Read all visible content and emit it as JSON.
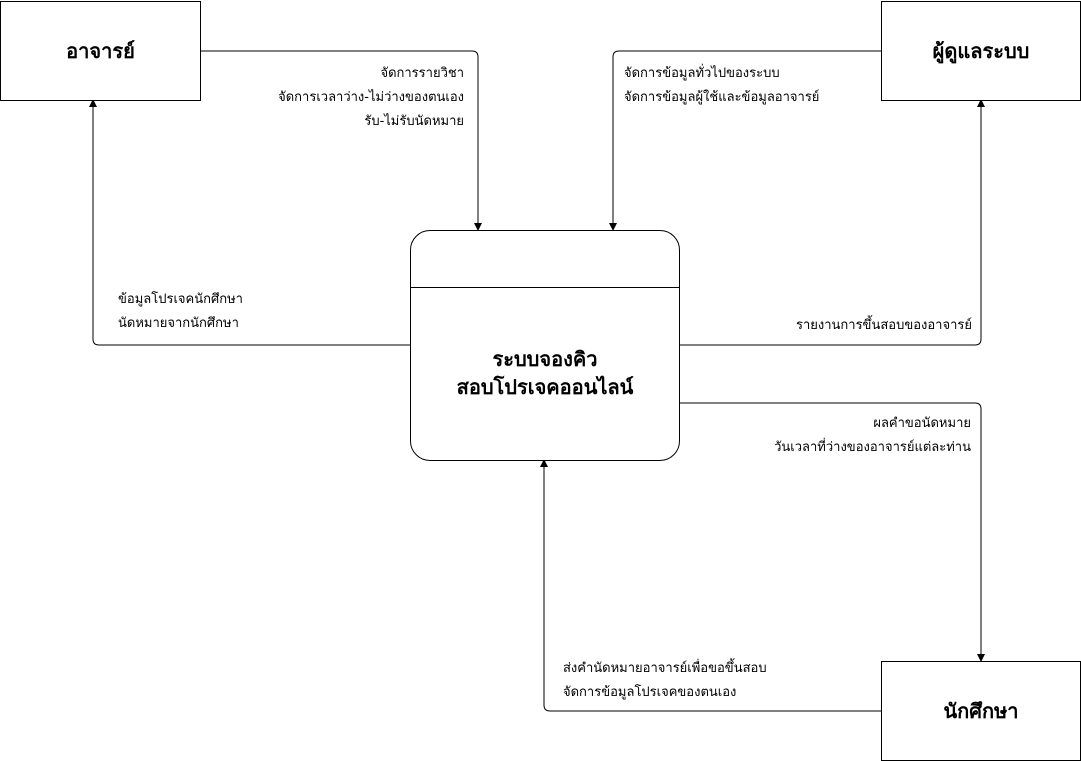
{
  "entities": {
    "teacher": "อาจารย์",
    "admin": "ผู้ดูแลระบบ",
    "student": "นักศึกษา"
  },
  "process": {
    "title_line1": "ระบบจองคิว",
    "title_line2": "สอบโปรเจคออนไลน์"
  },
  "flows": {
    "teacher_to_system": [
      "จัดการรายวิชา",
      "จัดการเวลาว่าง-ไม่ว่างของตนเอง",
      "รับ-ไม่รับนัดหมาย"
    ],
    "system_to_teacher": [
      "ข้อมูลโปรเจคนักศึกษา",
      "นัดหมายจากนักศึกษา"
    ],
    "admin_to_system": [
      "จัดการข้อมูลทั่วไปของระบบ",
      "จัดการข้อมูลผู้ใช้และข้อมูลอาจารย์"
    ],
    "system_to_admin": [
      "รายงานการขึ้นสอบของอาจารย์"
    ],
    "system_to_student": [
      "ผลคำขอนัดหมาย",
      "วันเวลาที่ว่างของอาจารย์แต่ละท่าน"
    ],
    "student_to_system": [
      "ส่งคำนัดหมายอาจารย์เพื่อขอขึ้นสอบ",
      "จัดการข้อมูลโปรเจคของตนเอง"
    ]
  }
}
